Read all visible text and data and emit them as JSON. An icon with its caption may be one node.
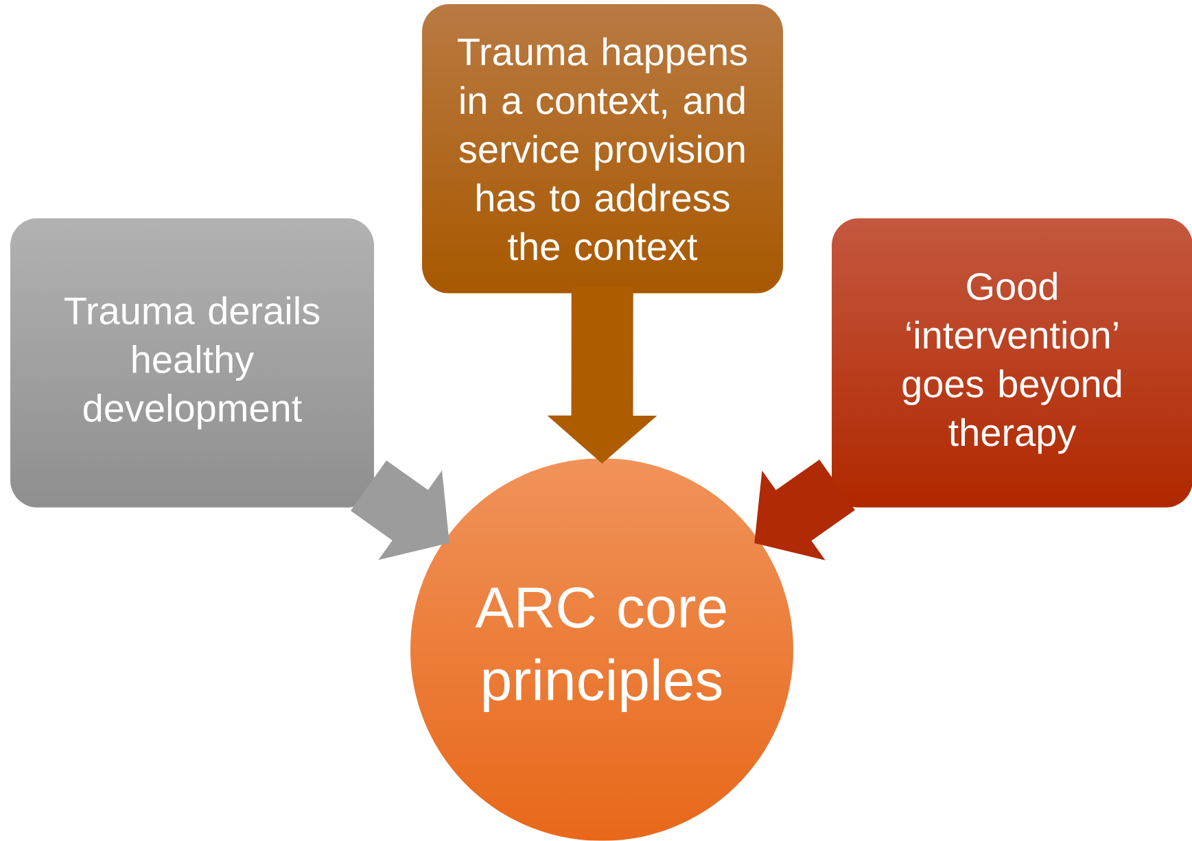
{
  "diagram": {
    "nodes": [
      {
        "text": [
          "Trauma happens in a context, and service provision has to address the context"
        ]
      },
      {
        "text": [
          "Trauma derails healthy development"
        ]
      },
      {
        "text": [
          "Good ‘intervention’ goes beyond therapy"
        ]
      },
      {
        "text": [
          "ARC core principles"
        ]
      }
    ],
    "edges": [
      {
        "from": 0,
        "to": 3,
        "arrow": "to",
        "style": "thick",
        "color": "#ad5c00"
      },
      {
        "from": 1,
        "to": 3,
        "arrow": "to",
        "style": "thick",
        "color": "#9c9c9c"
      },
      {
        "from": 2,
        "to": 3,
        "arrow": "to",
        "style": "thick",
        "color": "#b02a05"
      }
    ]
  }
}
